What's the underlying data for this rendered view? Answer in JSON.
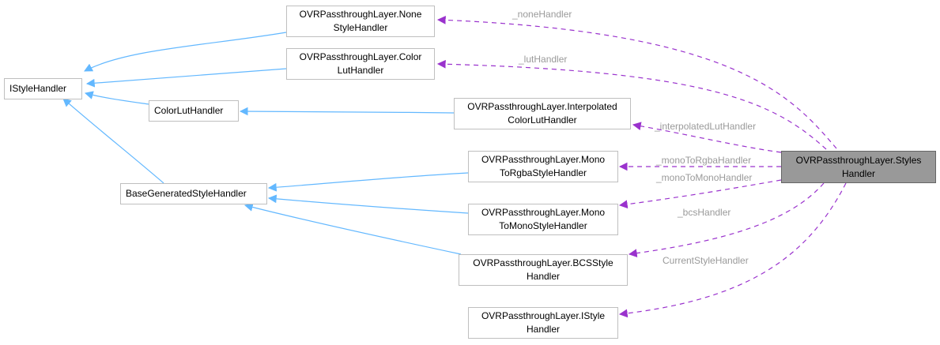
{
  "nodes": {
    "istylehandler": {
      "line1": "IStyleHandler"
    },
    "none_style_handler": {
      "line1": "OVRPassthroughLayer.None",
      "line2": "StyleHandler"
    },
    "color_lut_handler_inner": {
      "line1": "OVRPassthroughLayer.Color",
      "line2": "LutHandler"
    },
    "colorluthandler": {
      "line1": "ColorLutHandler"
    },
    "interpolated_handler": {
      "line1": "OVRPassthroughLayer.Interpolated",
      "line2": "ColorLutHandler"
    },
    "base_generated": {
      "line1": "BaseGeneratedStyleHandler"
    },
    "mono_to_rgba": {
      "line1": "OVRPassthroughLayer.Mono",
      "line2": "ToRgbaStyleHandler"
    },
    "mono_to_mono": {
      "line1": "OVRPassthroughLayer.Mono",
      "line2": "ToMonoStyleHandler"
    },
    "bcs_handler": {
      "line1": "OVRPassthroughLayer.BCSStyle",
      "line2": "Handler"
    },
    "istyle_inner": {
      "line1": "OVRPassthroughLayer.IStyle",
      "line2": "Handler"
    },
    "styles_handler": {
      "line1": "OVRPassthroughLayer.Styles",
      "line2": "Handler"
    }
  },
  "edge_labels": {
    "none": "_noneHandler",
    "lut": "_lutHandler",
    "interpolated": "_interpolatedLutHandler",
    "mono_rgba": "_monoToRgbaHandler",
    "mono_mono": "_monoToMonoHandler",
    "bcs": "_bcsHandler",
    "current": "CurrentStyleHandler"
  },
  "colors": {
    "inheritance": "#63b8ff",
    "usage": "#9a32cd",
    "label": "#9a9a9a",
    "focus_fill": "#999999"
  }
}
